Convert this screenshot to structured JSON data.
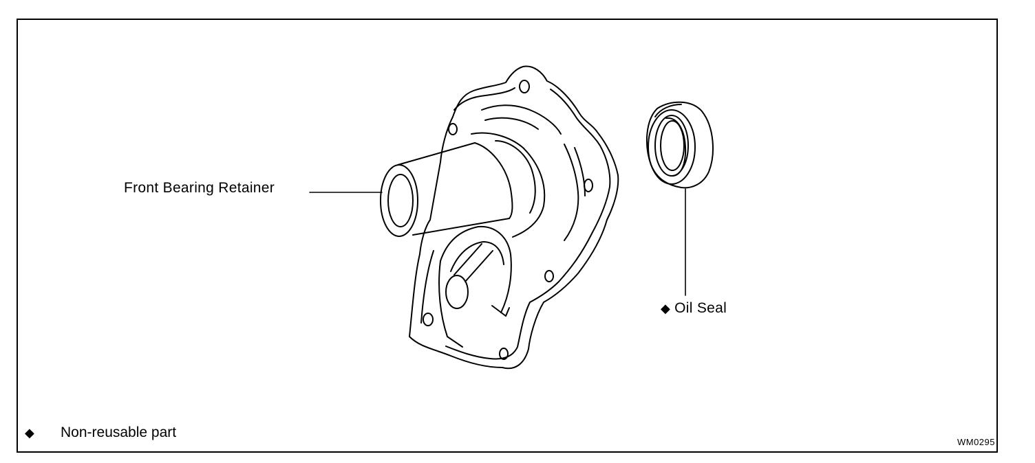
{
  "labels": {
    "front_bearing_retainer": "Front Bearing Retainer",
    "oil_seal": "Oil Seal",
    "oil_seal_marker": "◆"
  },
  "legend": {
    "marker": "◆",
    "text": "Non-reusable part"
  },
  "figure_code": "WM0295"
}
